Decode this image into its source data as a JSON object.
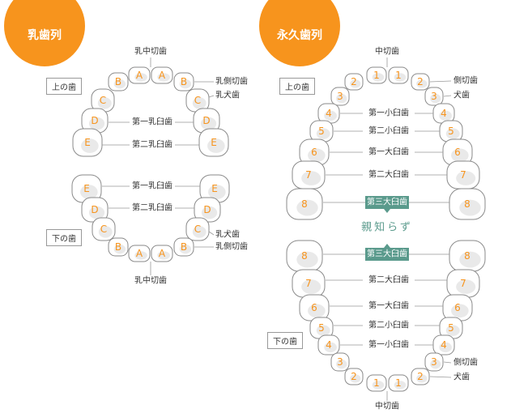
{
  "primary": {
    "title": "乳歯列",
    "upper_label": "上の歯",
    "lower_label": "下の歯",
    "upper_teeth": [
      "A",
      "A",
      "B",
      "B",
      "C",
      "C",
      "D",
      "D",
      "E",
      "E"
    ],
    "lower_teeth": [
      "E",
      "E",
      "D",
      "D",
      "C",
      "C",
      "B",
      "B",
      "A",
      "A"
    ],
    "upper_names": [
      "乳中切歯",
      "乳側切歯",
      "乳犬歯",
      "第一乳臼歯",
      "第二乳臼歯"
    ],
    "lower_names": [
      "第一乳臼歯",
      "第二乳臼歯",
      "乳犬歯",
      "乳側切歯",
      "乳中切歯"
    ]
  },
  "permanent": {
    "title": "永久歯列",
    "upper_label": "上の歯",
    "lower_label": "下の歯",
    "upper_teeth": [
      "1",
      "1",
      "2",
      "2",
      "3",
      "3",
      "4",
      "4",
      "5",
      "5",
      "6",
      "6",
      "7",
      "7",
      "8",
      "8"
    ],
    "lower_teeth": [
      "8",
      "8",
      "7",
      "7",
      "6",
      "6",
      "5",
      "5",
      "4",
      "4",
      "3",
      "3",
      "2",
      "2",
      "1",
      "1"
    ],
    "upper_names": [
      "中切歯",
      "側切歯",
      "犬歯",
      "第一小臼歯",
      "第二小臼歯",
      "第一大臼歯",
      "第二大臼歯",
      "第三大臼歯"
    ],
    "lower_names": [
      "第三大臼歯",
      "第二大臼歯",
      "第一大臼歯",
      "第二小臼歯",
      "第一小臼歯",
      "側切歯",
      "犬歯",
      "中切歯"
    ],
    "wisdom_note": "親知らず"
  },
  "colors": {
    "accent": "#f7941d",
    "badge": "#5a9a8c"
  }
}
